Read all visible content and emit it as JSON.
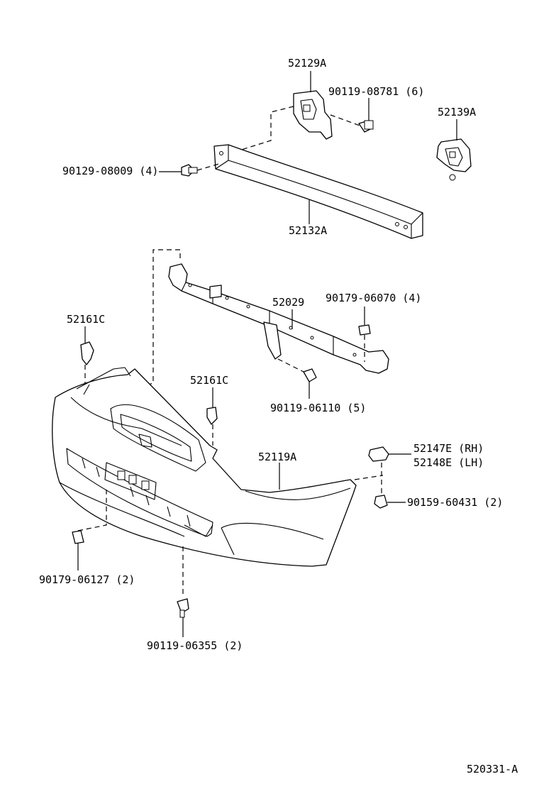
{
  "labels": {
    "p52129A": "52129A",
    "p90119_08781": "90119-08781 (6)",
    "p52139A": "52139A",
    "p90129_08009": "90129-08009 (4)",
    "p52132A": "52132A",
    "p52029": "52029",
    "p90179_06070": "90179-06070 (4)",
    "p52161C_left": "52161C",
    "p52161C_mid": "52161C",
    "p90119_06110": "90119-06110 (5)",
    "p52147E": "52147E (RH)",
    "p52148E": "52148E (LH)",
    "p52119A": "52119A",
    "p90159_60431": "90159-60431 (2)",
    "p90179_06127": "90179-06127 (2)",
    "p90119_06355": "90119-06355 (2)",
    "diagram_code": "520331-A"
  },
  "colors": {
    "line": "#000000",
    "background": "#ffffff"
  }
}
